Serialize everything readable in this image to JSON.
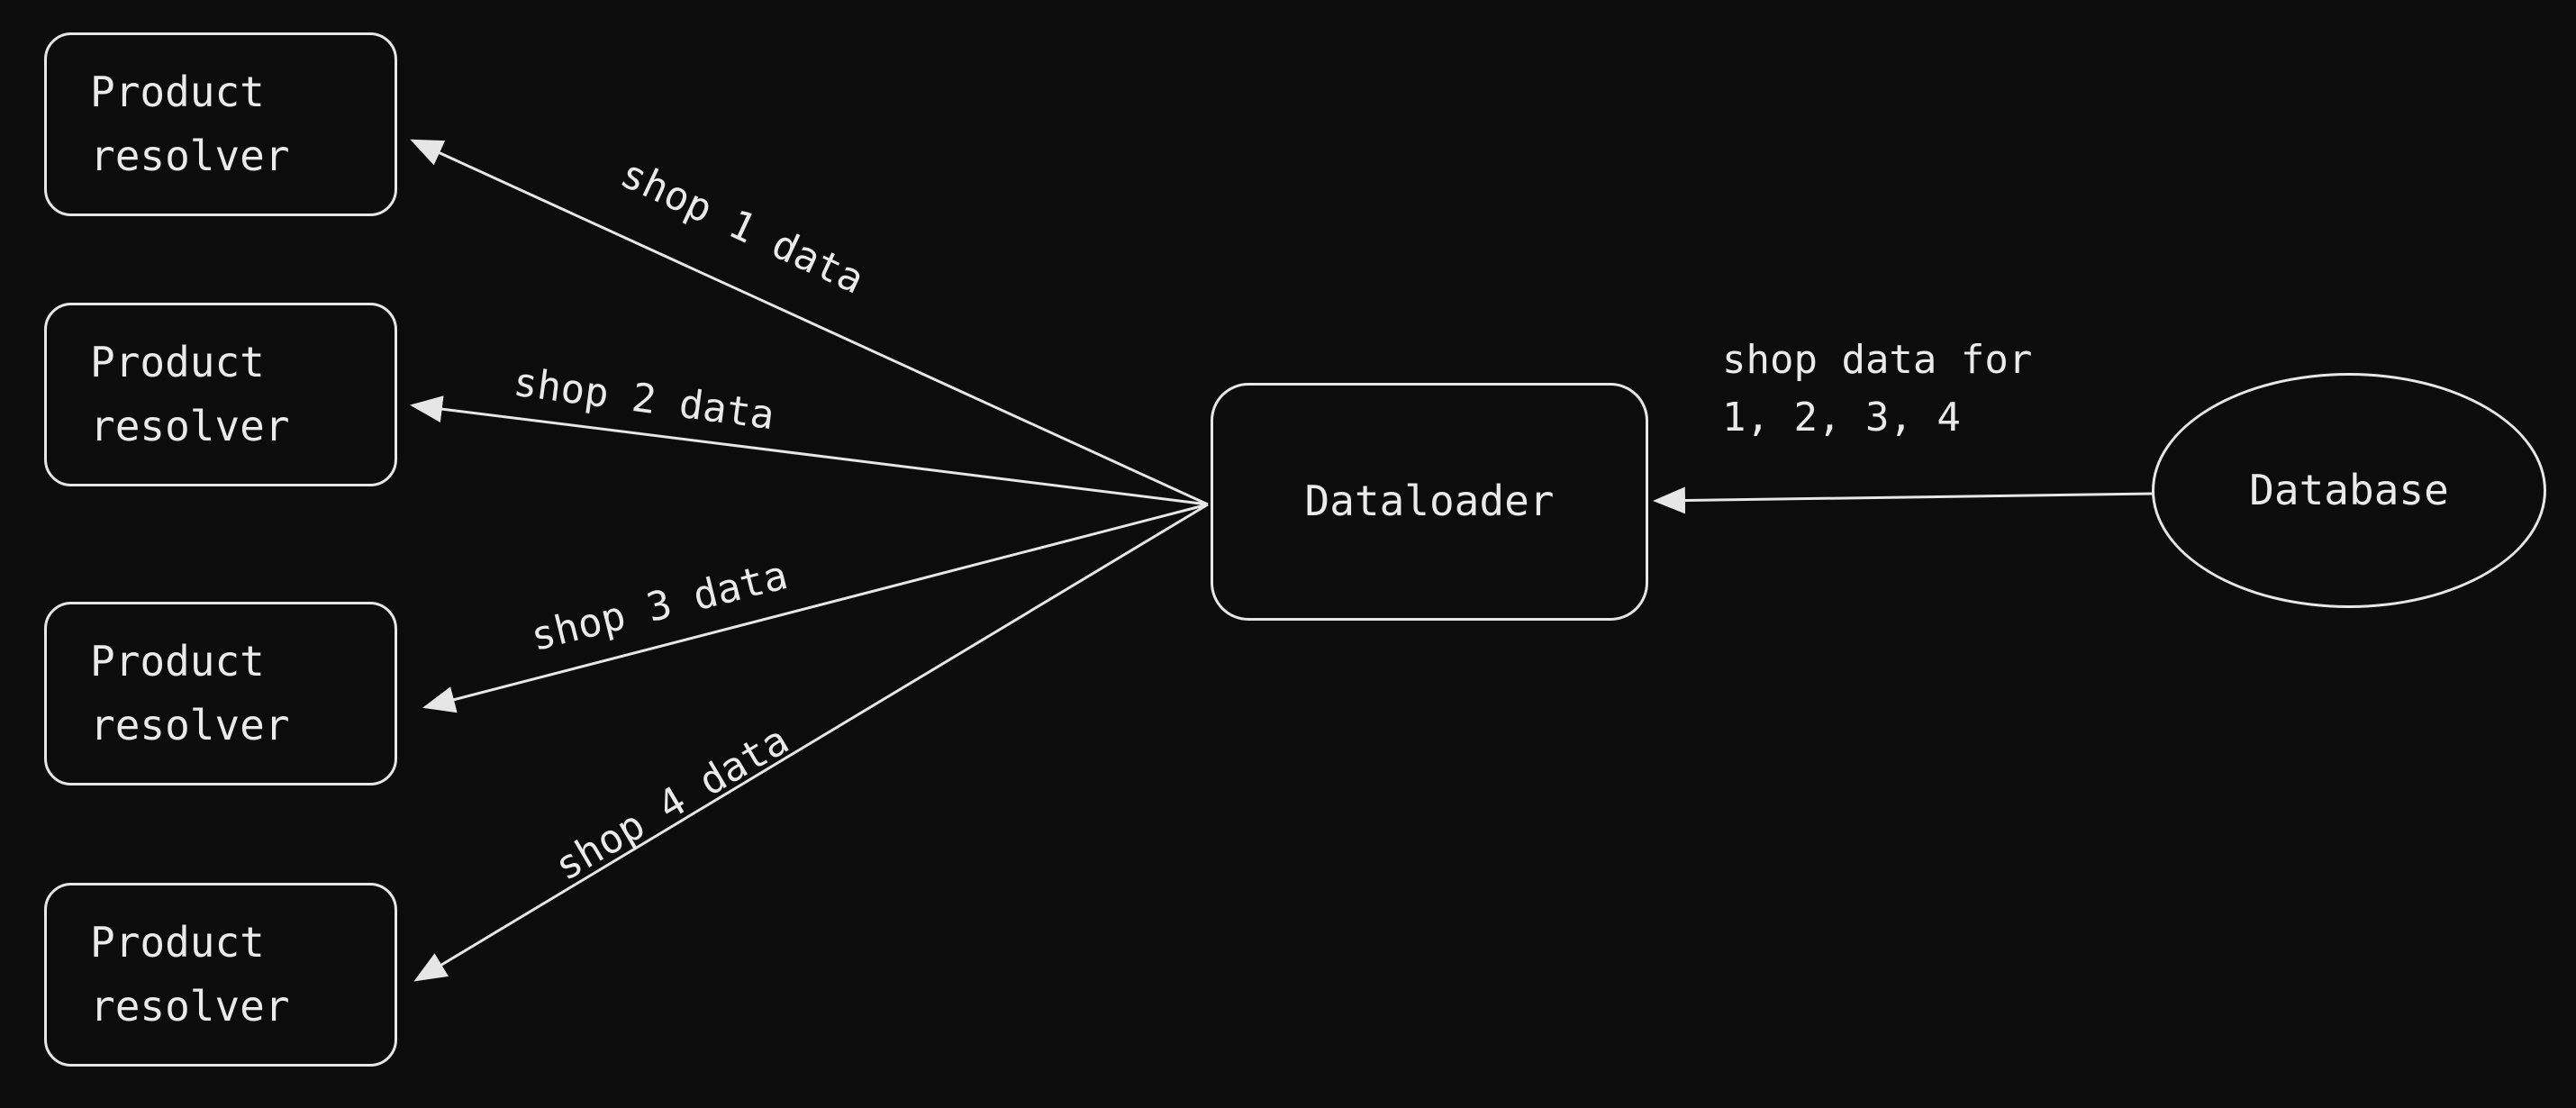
{
  "diagram": {
    "colors": {
      "bg": "#0c0c0c",
      "line": "#e6e6e6",
      "text": "#eaeaea"
    },
    "nodes": {
      "resolvers": [
        {
          "label": "Product\nresolver"
        },
        {
          "label": "Product\nresolver"
        },
        {
          "label": "Product\nresolver"
        },
        {
          "label": "Product\nresolver"
        }
      ],
      "dataloader": {
        "label": "Dataloader"
      },
      "database": {
        "label": "Database"
      }
    },
    "edge_labels": {
      "shop1": "shop 1 data",
      "shop2": "shop 2 data",
      "shop3": "shop 3 data",
      "shop4": "shop 4 data",
      "db_to_loader": "shop data for\n1, 2, 3, 4"
    }
  }
}
